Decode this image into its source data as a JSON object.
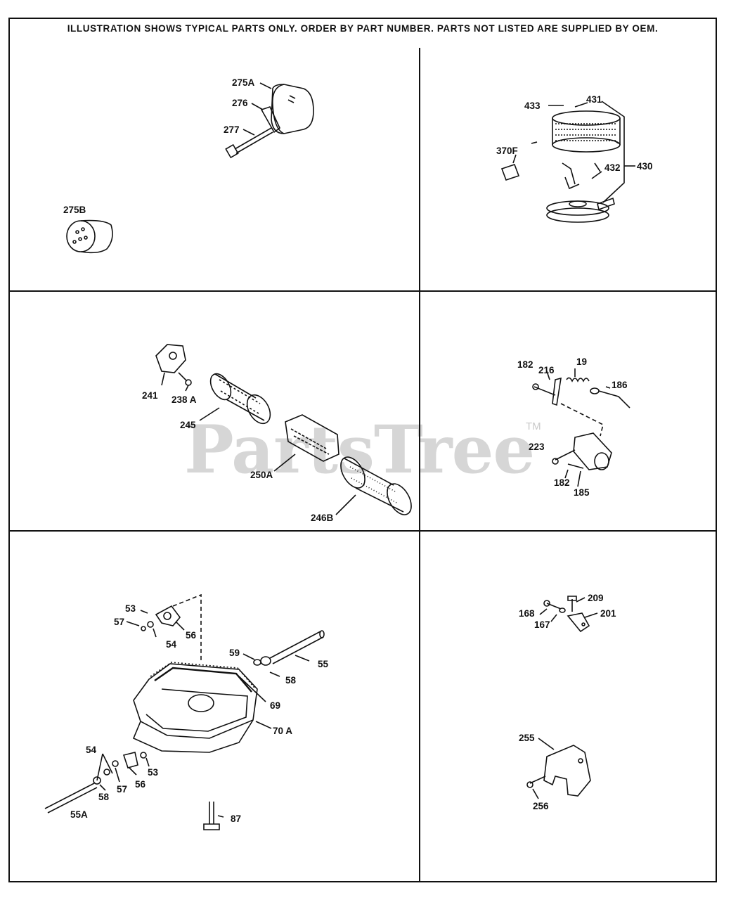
{
  "header": "ILLUSTRATION SHOWS TYPICAL PARTS ONLY. ORDER BY PART NUMBER. PARTS NOT LISTED ARE SUPPLIED BY OEM.",
  "watermark": {
    "text": "PartsTree",
    "tm": "TM"
  },
  "panels": {
    "muffler": {
      "labels": [
        "275A",
        "276",
        "277",
        "275B"
      ]
    },
    "air_cleaner_cup": {
      "labels": [
        "433",
        "431",
        "370F",
        "432",
        "430"
      ]
    },
    "air_filter": {
      "labels": [
        "241",
        "238 A",
        "245",
        "250A",
        "246B"
      ]
    },
    "governor_link": {
      "labels": [
        "182",
        "216",
        "19",
        "186",
        "223",
        "182",
        "185"
      ]
    },
    "mounting_flange": {
      "labels": [
        "53",
        "57",
        "54",
        "56",
        "59",
        "55",
        "58",
        "69",
        "70 A",
        "54",
        "58",
        "57",
        "56",
        "53",
        "55A",
        "87"
      ]
    },
    "bracket_hardware": {
      "labels": [
        "168",
        "209",
        "167",
        "201"
      ]
    },
    "shield": {
      "labels": [
        "255",
        "256"
      ]
    }
  }
}
